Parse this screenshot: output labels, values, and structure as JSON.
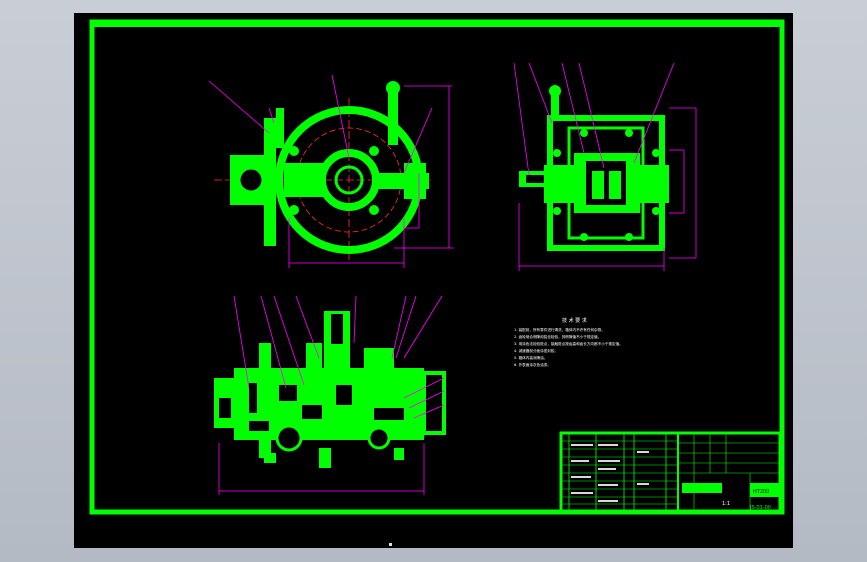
{
  "colors": {
    "outer_background": "#c3c8d0",
    "sheet": "#000000",
    "frame": "#00ff00",
    "part_fill": "#00ff00",
    "leader": "#ff00ff",
    "centerline": "#ff0000",
    "dimension": "#ff00ff",
    "text": "#ffffff"
  },
  "views": [
    {
      "name": "top-view-gearbox-with-cover-circle"
    },
    {
      "name": "side-view-gearbox"
    },
    {
      "name": "front-section-gear-train"
    }
  ],
  "tech_requirements": {
    "title": "技 术 要 求",
    "lines": [
      "1. 装配前，所有零件进行清洗，箱体内不许有任何杂物。",
      "2. 齿轮啮合侧隙用铅丝检验，其侧隙值不小于规定值。",
      "3. 用涂色法检验斑点，接触斑点按齿高和齿长方向都不小于规定值。",
      "4. 减速器剖分面涂密封胶。",
      "5. 箱体内装润滑油。",
      "6. 外表面涂灰色油漆。"
    ]
  },
  "title_block": {
    "drawing_no": "JS-01-00",
    "scale": "1:1",
    "material": "HT200"
  }
}
